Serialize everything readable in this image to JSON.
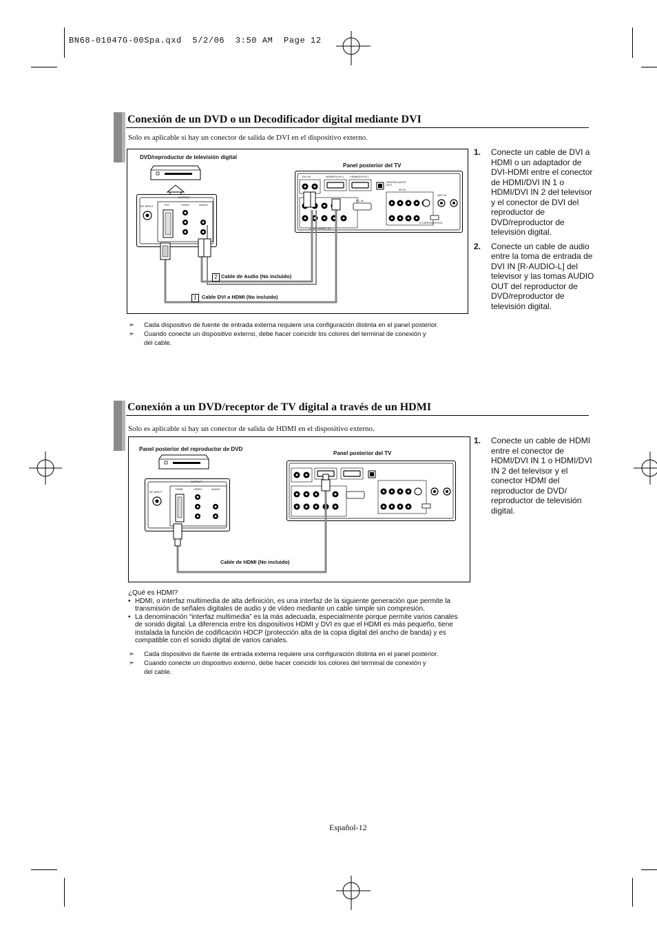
{
  "slug": "BN68-01047G-00Spa.qxd  5/2/06  3:50 AM  Page 12",
  "section1": {
    "title": "Conexión de un DVD o un Decodificador digital mediante DVI",
    "intro": "Solo es aplicable si hay un conector de salida de DVI en el dispositivo externo.",
    "diagram": {
      "device_label": "DVD/reproductor de televisión digital",
      "tv_label": "Panel posterior del TV",
      "cable2_num": "2",
      "cable2_label": "Cable de Audio (No incluido)",
      "cable1_num": "1",
      "cable1_label": "Cable DVI a HDMI (No incluido)",
      "device_panel": {
        "output": "OUTPUT",
        "dvi": "DVI",
        "video": "VIDEO",
        "audio": "AUDIO",
        "rf": "RF INPUT"
      },
      "tv_panel": {
        "dvi": "DVI IN",
        "hdmi1": "HDMI/DVI IN 1",
        "hdmi2": "HDMI/DVI IN 2",
        "optical": "DIGITAL AUDIO OUT",
        "component": "COMPONENT IN",
        "pc": "PC IN",
        "av": "AV IN",
        "svideo": "S-VIDEO",
        "ant": "ANT IN",
        "service": "SERVICE"
      }
    },
    "steps": [
      {
        "num": "1.",
        "text": "Conecte un cable de DVI a HDMI o un adaptador de DVI-HDMI entre el conector de HDMI/DVI IN 1 o HDMI/DVI IN 2 del televisor y el conector de DVI del reproductor de DVD/reproductor de televisión digital."
      },
      {
        "num": "2.",
        "text": "Conecte un cable de audio entre la toma de entrada de DVI IN [R-AUDIO-L] del televisor y las tomas AUDIO OUT del reproductor de DVD/reproductor de televisión digital."
      }
    ],
    "notes": [
      {
        "arrow": "➣",
        "text": "Cada dispositivo de fuente de entrada externa requiere una configuración distinta en el panel posterior."
      },
      {
        "arrow": "➣",
        "text": "Cuando conecte un dispositivo externo, debe hacer coincidir los colores del terminal de conexión y del cable."
      }
    ]
  },
  "section2": {
    "title": "Conexión a un DVD/receptor de TV digital a través de un HDMI",
    "intro": "Solo es aplicable si hay un conector de salida de HDMI en el dispositivo externo.",
    "diagram": {
      "device_label": "Panel posterior del reproductor de DVD",
      "tv_label": "Panel posterior del TV",
      "cable_label": "Cable de HDMI (No incluido)",
      "device_panel": {
        "output": "OUTPUT",
        "hdmi": "HDMI",
        "video": "VIDEO",
        "audio": "AUDIO",
        "rf": "RF INPUT"
      }
    },
    "steps": [
      {
        "num": "1.",
        "text": "Conecte un cable de HDMI entre el conector de HDMI/DVI IN 1 o HDMI/DVI IN 2 del televisor y el conector HDMI del reproductor de DVD/ reproductor de televisión digital."
      }
    ],
    "hdmi_question": "¿Qué es HDMI?",
    "hdmi_bullets": [
      {
        "bullet": "•",
        "text": "HDMI, o interfaz multimedia de alta definición, es una interfaz de la siguiente generación que permite la transmisión de señales digitales de audio y de vídeo mediante un cable simple sin compresión."
      },
      {
        "bullet": "•",
        "text": "La denominación “interfaz multimedia” es la más adecuada, especialmente porque permite varios canales de sonido digital. La diferencia entre los dispositivos HDMI y DVI es que el HDMI es más pequeño, tiene instalada la función de codificación HDCP (protección alta de la copia digital del ancho de banda) y es compatible con el sonido digital de varios canales."
      }
    ],
    "notes": [
      {
        "arrow": "➣",
        "text": "Cada dispositivo de fuente de entrada externa requiere una configuración distinta en el panel posterior."
      },
      {
        "arrow": "➣",
        "text": "Cuando conecte un dispositivo externo, debe hacer coincidir los colores del terminal de conexión y del cable."
      }
    ]
  },
  "footer": "Español-12"
}
